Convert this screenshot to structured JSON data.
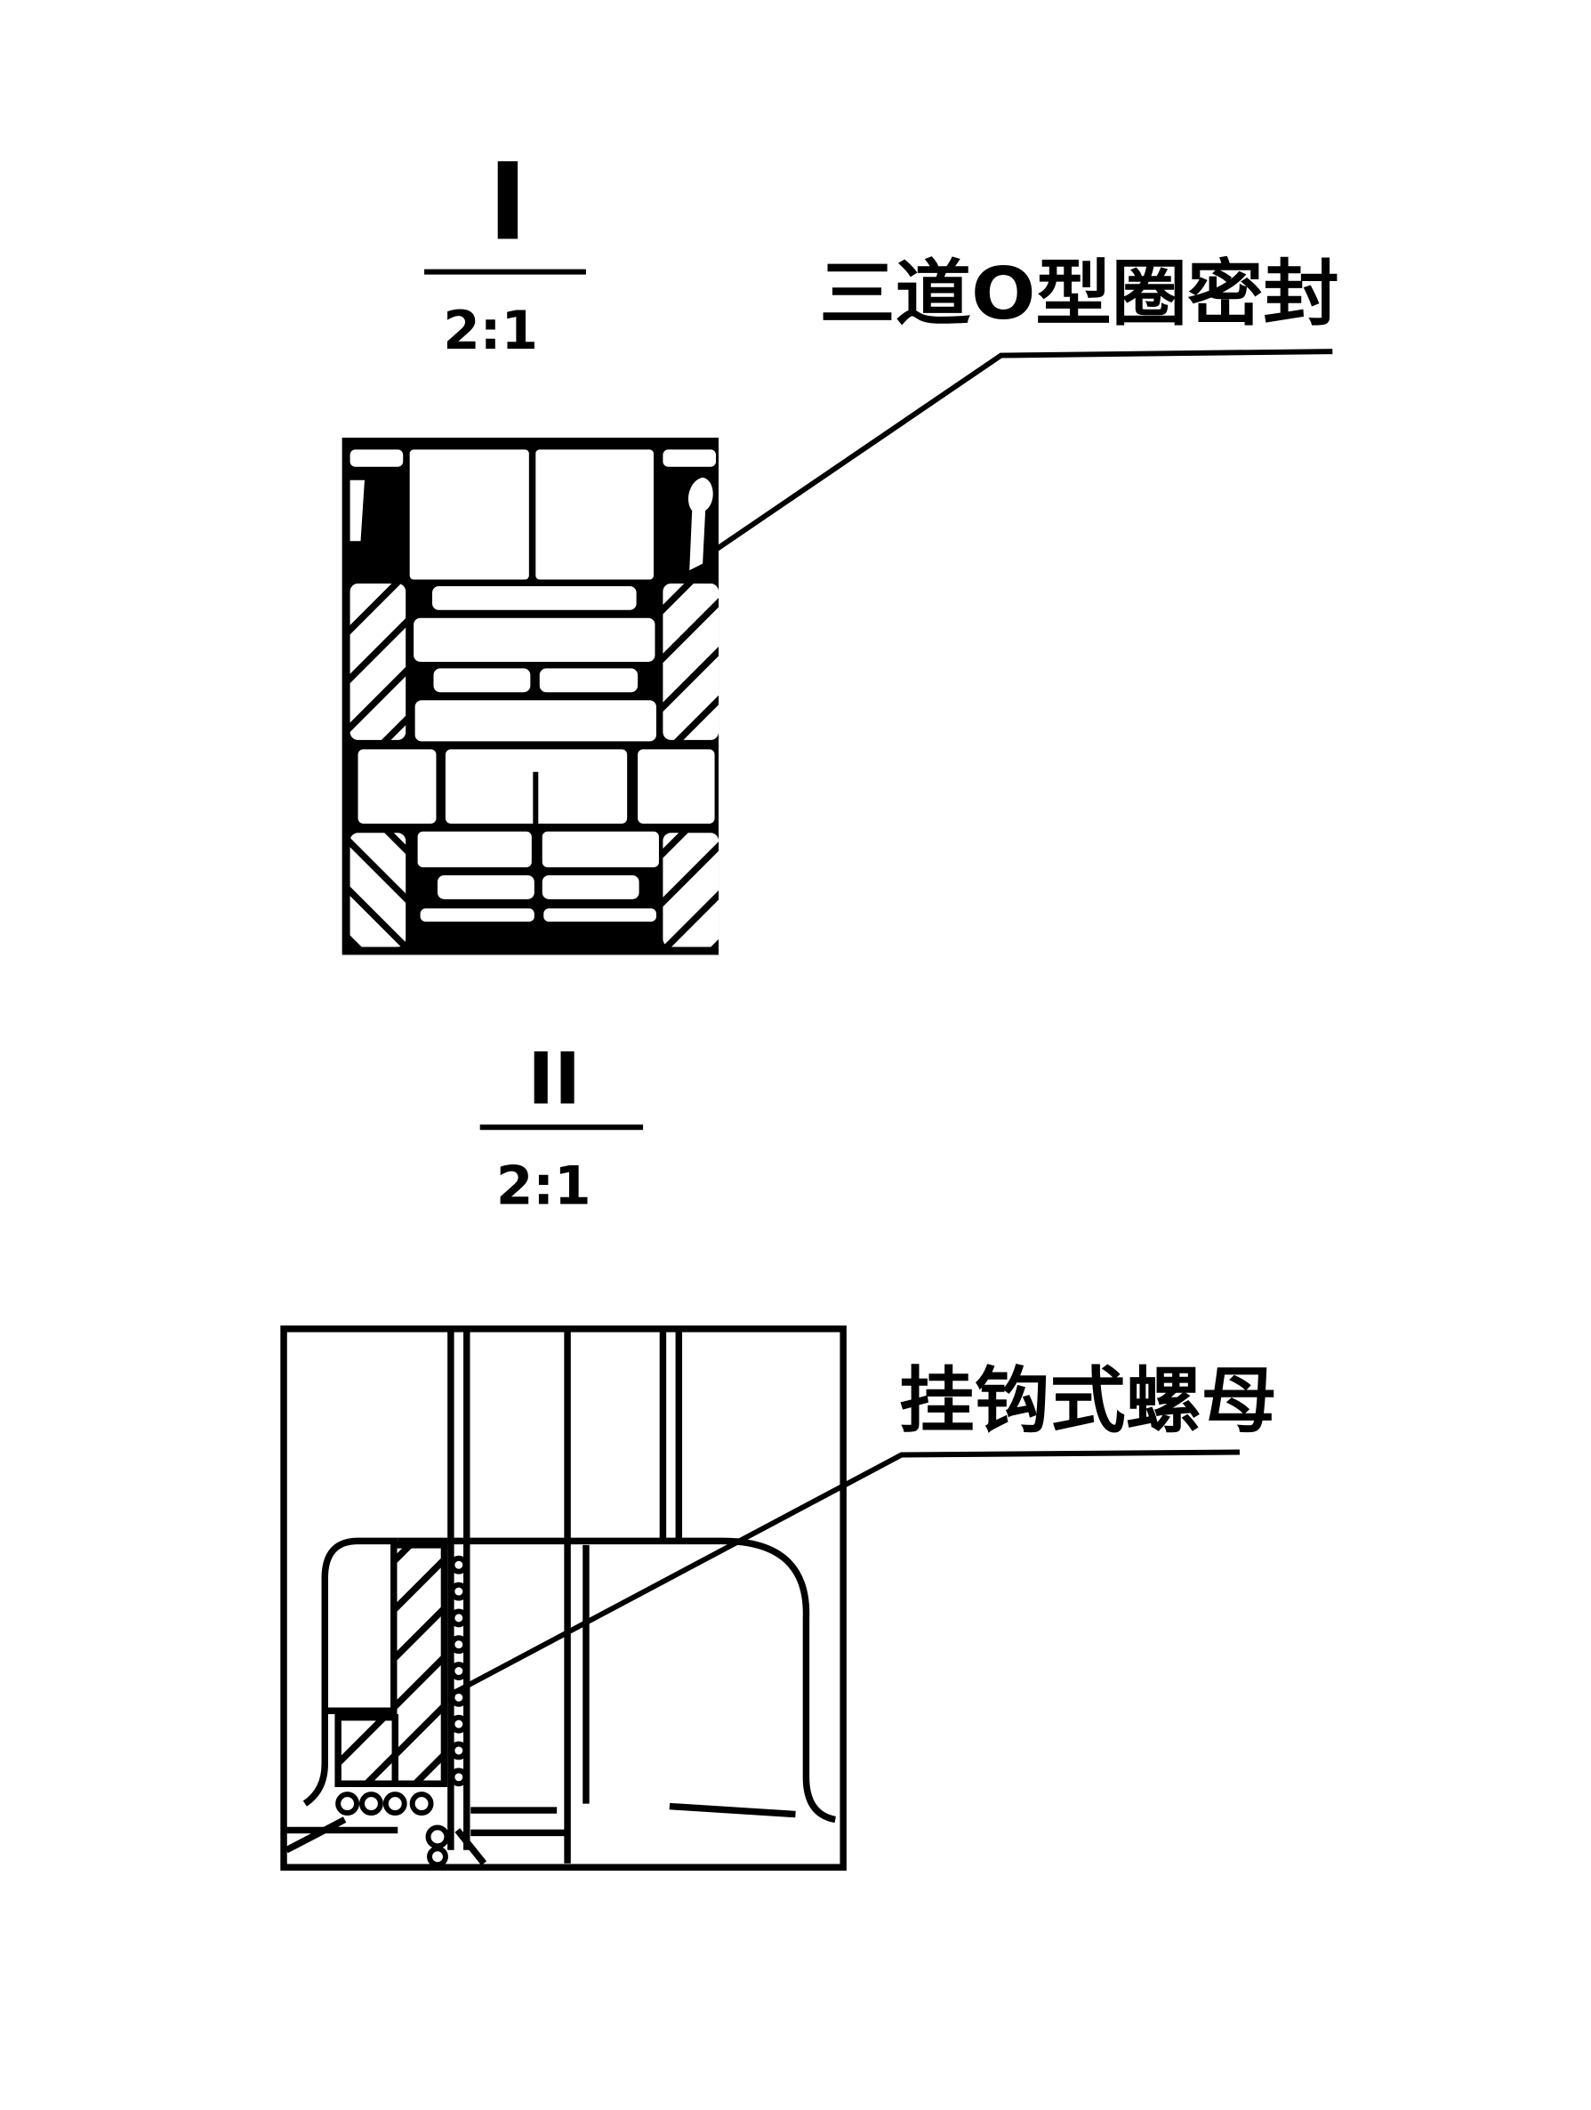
{
  "figure_1": {
    "view_label": "I",
    "scale": "2:1",
    "callout": "三道O型圈密封"
  },
  "figure_2": {
    "view_label": "II",
    "scale": "2:1",
    "callout": "挂钩式螺母"
  },
  "colors": {
    "ink": "#000000",
    "paper": "#ffffff"
  }
}
